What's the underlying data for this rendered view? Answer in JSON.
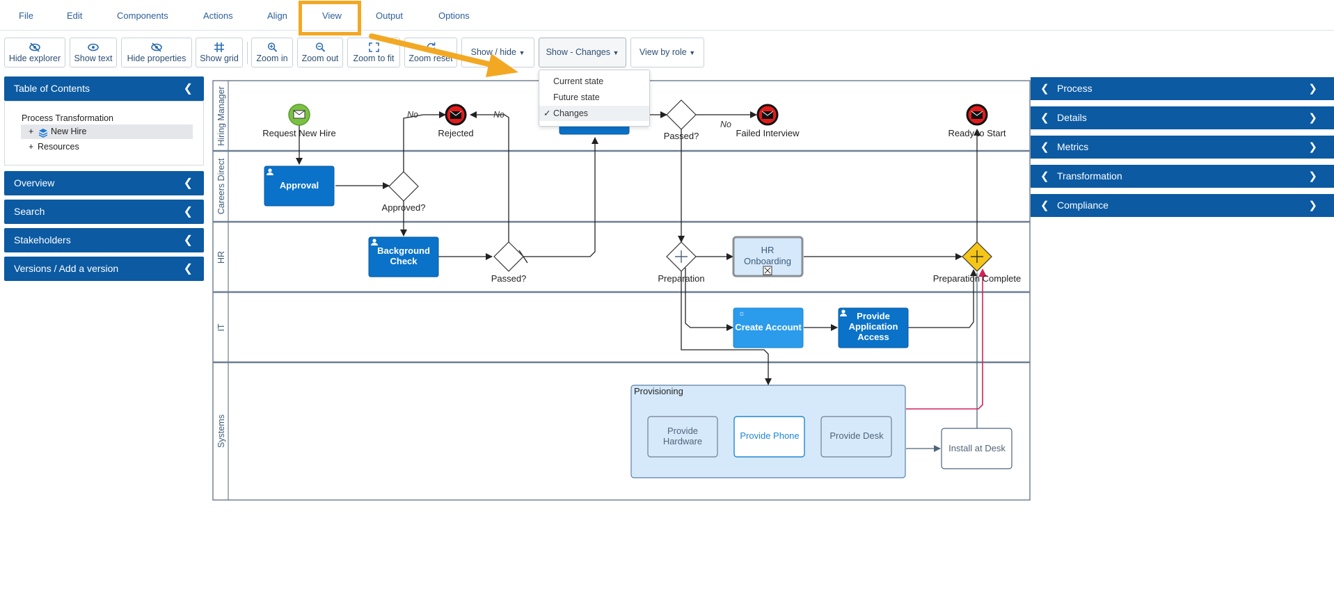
{
  "menu": {
    "items": [
      "File",
      "Edit",
      "Components",
      "Actions",
      "Align",
      "View",
      "Output",
      "Options"
    ]
  },
  "toolbar": {
    "hide_explorer": "Hide explorer",
    "show_text": "Show text",
    "hide_properties": "Hide properties",
    "show_grid": "Show grid",
    "zoom_in": "Zoom in",
    "zoom_out": "Zoom out",
    "zoom_to_fit": "Zoom to fit",
    "zoom_reset": "Zoom reset",
    "show_hide": "Show / hide",
    "show_changes": "Show - Changes",
    "view_by_role": "View by role"
  },
  "dropdown": {
    "items": [
      "Current state",
      "Future state",
      "Changes"
    ],
    "checked": "Changes",
    "check_mark": "✓"
  },
  "left_panel": {
    "toc_title": "Table of Contents",
    "toc_items": {
      "root": "Process Transformation",
      "selected_expander": "+",
      "selected": "New Hire",
      "other_expander": "+",
      "other": "Resources"
    },
    "sections": [
      "Overview",
      "Search",
      "Stakeholders",
      "Versions / Add a version"
    ]
  },
  "right_panel": {
    "sections": [
      "Process",
      "Details",
      "Metrics",
      "Transformation",
      "Compliance"
    ]
  },
  "diagram": {
    "lanes": [
      "Hiring Manager",
      "Careers Direct",
      "HR",
      "IT",
      "Systems"
    ],
    "labels": {
      "request_new_hire": "Request New Hire",
      "rejected": "Rejected",
      "no1": "No",
      "no2": "No",
      "no3": "No",
      "passed_top": "Passed?",
      "failed_interview": "Failed Interview",
      "ready_to_start": "Ready to Start",
      "approval": "Approval",
      "approved": "Approved?",
      "background_check_1": "Background",
      "background_check_2": "Check",
      "passed_hr": "Passed?",
      "preparation": "Preparation",
      "hr_onboarding_1": "HR",
      "hr_onboarding_2": "Onboarding",
      "preparation_complete": "Preparation Complete",
      "create_account": "Create Account",
      "provide_app_1": "Provide",
      "provide_app_2": "Application",
      "provide_app_3": "Access",
      "provisioning": "Provisioning",
      "provide_hw_1": "Provide",
      "provide_hw_2": "Hardware",
      "provide_phone": "Provide Phone",
      "provide_desk": "Provide Desk",
      "install_at_desk": "Install at Desk"
    }
  },
  "colors": {
    "brand_blue": "#0b5aa2",
    "task_blue": "#0a72c8",
    "task_light": "#2b9bec",
    "highlight_orange": "#f3a823",
    "gateway_yellow": "#f5c518",
    "event_green": "#7ac143",
    "event_red": "#e21b1b",
    "changed_line": "#d1235a"
  }
}
